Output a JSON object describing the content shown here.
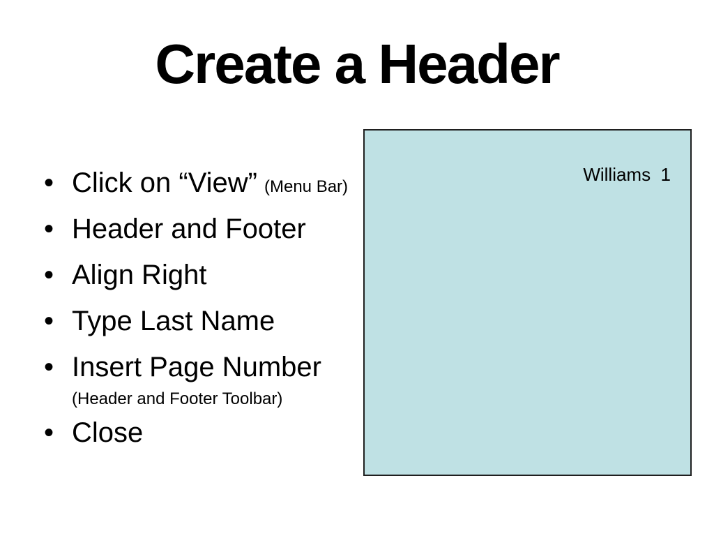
{
  "slide": {
    "title": "Create a Header",
    "bullet_char": "•",
    "bullets": [
      {
        "text": "Click on “View”",
        "note": "(Menu Bar)"
      },
      {
        "text": "Header and Footer"
      },
      {
        "text": "Align Right"
      },
      {
        "text": "Type Last Name"
      },
      {
        "text": "Insert Page Number",
        "note": "(Header and Footer Toolbar)"
      },
      {
        "text": "Close"
      }
    ],
    "preview_box": {
      "header_text": "Williams  1",
      "fill_color": "#bfe1e4",
      "border_color": "#1f1f1f"
    },
    "colors": {
      "background": "#ffffff",
      "text": "#000000"
    }
  }
}
